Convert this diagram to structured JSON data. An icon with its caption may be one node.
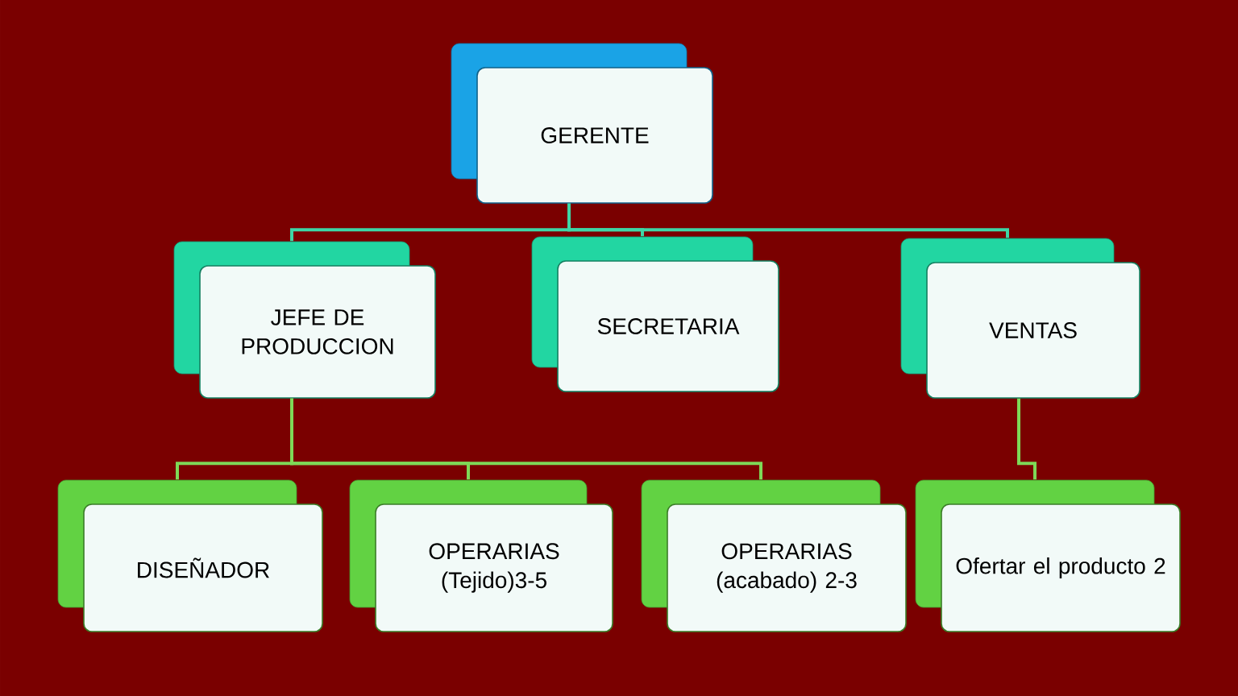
{
  "diagram": {
    "nodes": [
      {
        "text": [
          "GERENTE"
        ]
      },
      {
        "text": [
          "JEFE DE PRODUCCION"
        ]
      },
      {
        "text": [
          "SECRETARIA"
        ]
      },
      {
        "text": [
          "VENTAS"
        ]
      },
      {
        "text": [
          "DISEÑADOR"
        ]
      },
      {
        "text": [
          "OPERARIAS (Tejido)3-5"
        ]
      },
      {
        "text": [
          "OPERARIAS (acabado) 2-3"
        ]
      },
      {
        "text": [
          "Ofertar el producto 2"
        ]
      }
    ],
    "edges": [
      {
        "from": 0,
        "to": 1,
        "arrow": "none",
        "color": "#3ed6a6"
      },
      {
        "from": 0,
        "to": 2,
        "arrow": "none",
        "color": "#3ed6a6"
      },
      {
        "from": 0,
        "to": 3,
        "arrow": "none",
        "color": "#3ed6a6"
      },
      {
        "from": 1,
        "to": 4,
        "arrow": "none"
      },
      {
        "from": 1,
        "to": 5,
        "arrow": "none"
      },
      {
        "from": 1,
        "to": 6,
        "arrow": "none"
      },
      {
        "from": 3,
        "to": 7,
        "arrow": "none"
      }
    ]
  }
}
